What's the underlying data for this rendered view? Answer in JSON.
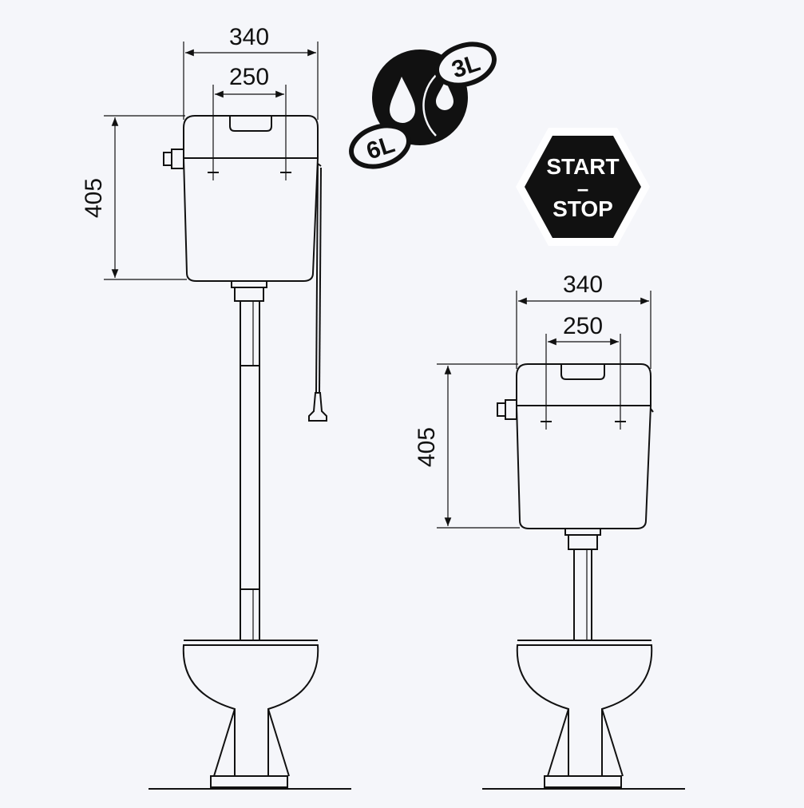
{
  "left_view": {
    "width_outer": "340",
    "width_inner": "250",
    "height": "405"
  },
  "right_view": {
    "width_outer": "340",
    "width_inner": "250",
    "height": "405"
  },
  "dual_flush_icon": {
    "small_volume": "3L",
    "large_volume": "6L"
  },
  "start_stop_badge": {
    "line1": "START",
    "line2": "–",
    "line3": "STOP"
  },
  "colors": {
    "ink": "#111111",
    "background": "#f5f6fa",
    "badge_text": "#ffffff"
  }
}
